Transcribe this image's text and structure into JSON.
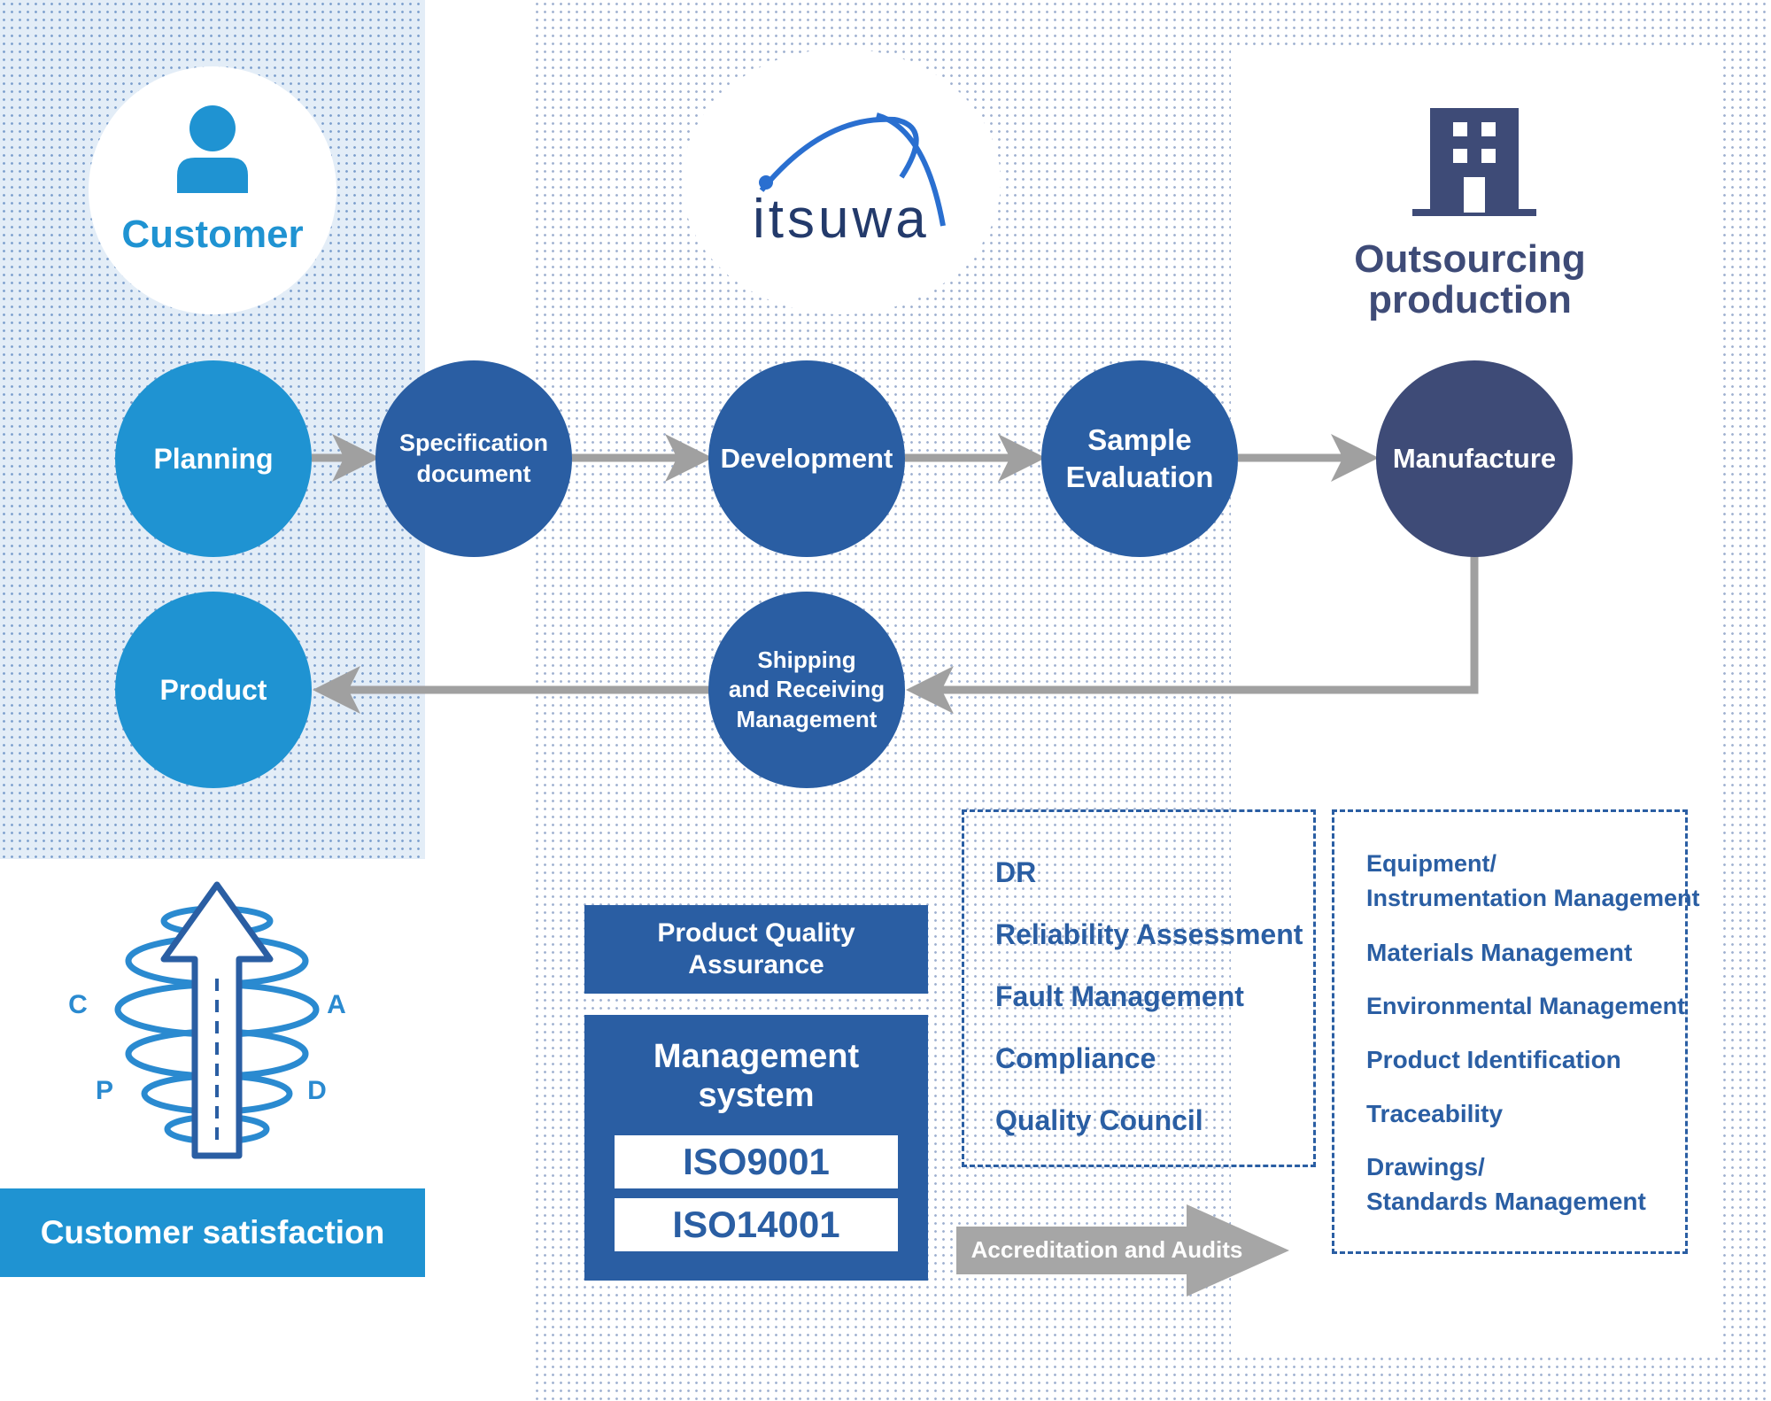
{
  "customer": {
    "label": "Customer"
  },
  "company": {
    "logo_text": "itsuwa"
  },
  "outsourcing": {
    "label": "Outsourcing\nproduction"
  },
  "nodes": {
    "planning": "Planning",
    "spec": "Specification\ndocument",
    "development": "Development",
    "sample": "Sample\nEvaluation",
    "manufacture": "Manufacture",
    "shipping": "Shipping\nand Receiving\nManagement",
    "product": "Product"
  },
  "pdca": {
    "p": "P",
    "d": "D",
    "c": "C",
    "a": "A"
  },
  "customer_satisfaction": "Customer satisfaction",
  "quality": {
    "assurance": "Product Quality\nAssurance",
    "management_system": "Management\nsystem",
    "iso9001": "ISO9001",
    "iso14001": "ISO14001"
  },
  "accreditation": "Accreditation and Audits",
  "quality_items": [
    "DR",
    "Reliability Assessment",
    "Fault Management",
    "Compliance",
    "Quality Council"
  ],
  "management_items": [
    "Equipment/\nInstrumentation Management",
    "Materials Management",
    "Environmental Management",
    "Product Identification",
    "Traceability",
    "Drawings/\nStandards Management"
  ],
  "colors": {
    "light_blue": "#1f93d2",
    "mid_blue": "#2a5ea3",
    "dark_navy": "#3e4b77",
    "arrow_gray": "#a0a0a0"
  }
}
